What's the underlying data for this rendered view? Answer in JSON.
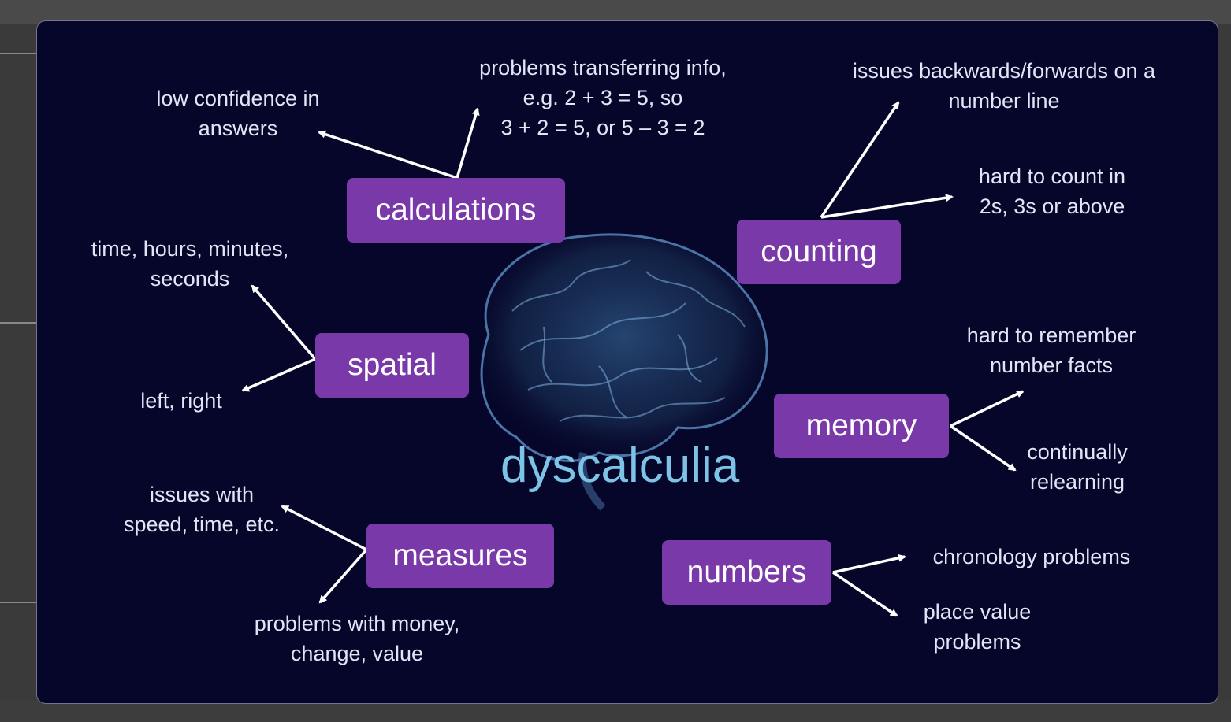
{
  "title": "dyscalculia",
  "colors": {
    "panel": "#06062a",
    "category_box": "#7a39a8",
    "title_text": "#7cc3e6",
    "note_text": "#dfe6f5",
    "arrows": "#ffffff"
  },
  "categories": {
    "calculations": {
      "label": "calculations",
      "notes": [
        [
          "low confidence in",
          "answers"
        ],
        [
          "problems transferring info,",
          "e.g. 2 + 3 = 5, so",
          "3 + 2 = 5, or 5 – 3 = 2"
        ]
      ]
    },
    "counting": {
      "label": "counting",
      "notes": [
        [
          "issues backwards/forwards on a",
          "number line"
        ],
        [
          "hard to count in",
          "2s, 3s or above"
        ]
      ]
    },
    "spatial": {
      "label": "spatial",
      "notes": [
        [
          "time, hours, minutes,",
          "seconds"
        ],
        [
          "left, right"
        ]
      ]
    },
    "memory": {
      "label": "memory",
      "notes": [
        [
          "hard to remember",
          "number facts"
        ],
        [
          "continually",
          "relearning"
        ]
      ]
    },
    "measures": {
      "label": "measures",
      "notes": [
        [
          "issues with",
          "speed, time, etc."
        ],
        [
          "problems with money,",
          "change, value"
        ]
      ]
    },
    "numbers": {
      "label": "numbers",
      "notes": [
        [
          "chronology problems"
        ],
        [
          "place value",
          "problems"
        ]
      ]
    }
  }
}
